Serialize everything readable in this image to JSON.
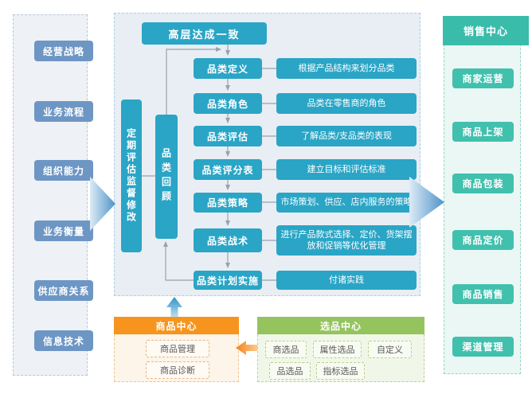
{
  "left_panel": {
    "items": [
      "经营战略",
      "业务流程",
      "组织能力",
      "业务衡量",
      "供应商关系",
      "信息技术"
    ]
  },
  "center_panel": {
    "top_box": "高层达成一致",
    "review_cycle_box": "定期评估监督修改",
    "category_review_box": "品类回顾",
    "steps": [
      {
        "label": "品类定义",
        "desc": "根据产品结构来划分品类"
      },
      {
        "label": "品类角色",
        "desc": "品类在零售商的角色"
      },
      {
        "label": "品类评估",
        "desc": "了解品类/支品类的表现"
      },
      {
        "label": "品类评分表",
        "desc": "建立目标和评估标准"
      },
      {
        "label": "品类策略",
        "desc": "市场策划、供应、店内服务的策略"
      },
      {
        "label": "品类战术",
        "desc": "进行产品款式选择、定价、货架摆放和促销等优化管理"
      },
      {
        "label": "品类计划实施",
        "desc": "付诸实践"
      }
    ]
  },
  "sales_center": {
    "title": "销售中心",
    "items": [
      "商家运营",
      "商品上架",
      "商品包装",
      "商品定价",
      "商品销售",
      "渠道管理"
    ]
  },
  "product_center": {
    "title": "商品中心",
    "items": [
      "商品管理",
      "商品诊断"
    ]
  },
  "selection_center": {
    "title": "选品中心",
    "items_row1": [
      "商选品",
      "属性选品",
      "自定义"
    ],
    "items_row2": [
      "品选品",
      "指标选品"
    ]
  },
  "colors": {
    "teal": "#2aa5c6",
    "steel_blue": "#6d96c4",
    "mint_green": "#41c0ae",
    "orange": "#f7941e",
    "leaf_green": "#95c45f",
    "connector_gray": "#97a3ac"
  }
}
